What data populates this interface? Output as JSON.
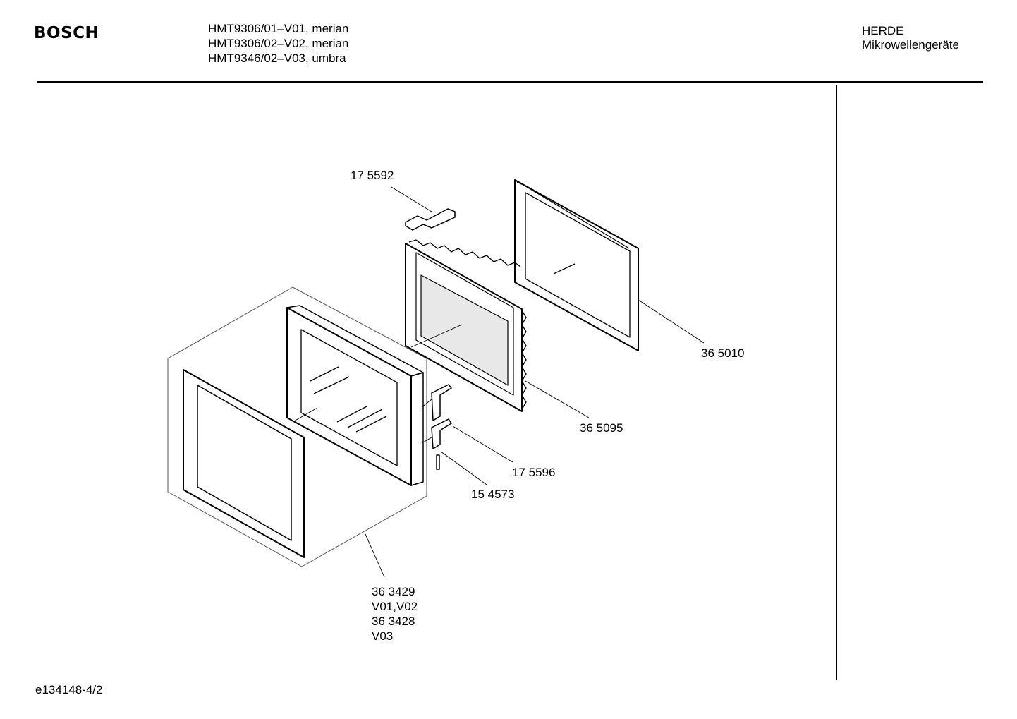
{
  "header": {
    "brand": "BOSCH",
    "models": [
      "HMT9306/01–V01, merian",
      "HMT9306/02–V02, merian",
      "HMT9346/02–V03, umbra"
    ],
    "category_line1": "HERDE",
    "category_line2": "Mikrowellengeräte"
  },
  "parts": {
    "p1": "17 5592",
    "p2": "36 5010",
    "p3": "36 5095",
    "p4": "17 5596",
    "p5": "15 4573",
    "p6_line1": "36 3429",
    "p6_line2": "V01,V02",
    "p6_line3": "36 3428",
    "p6_line4": "V03"
  },
  "footer": {
    "doc_id": "e134148-4/2"
  }
}
